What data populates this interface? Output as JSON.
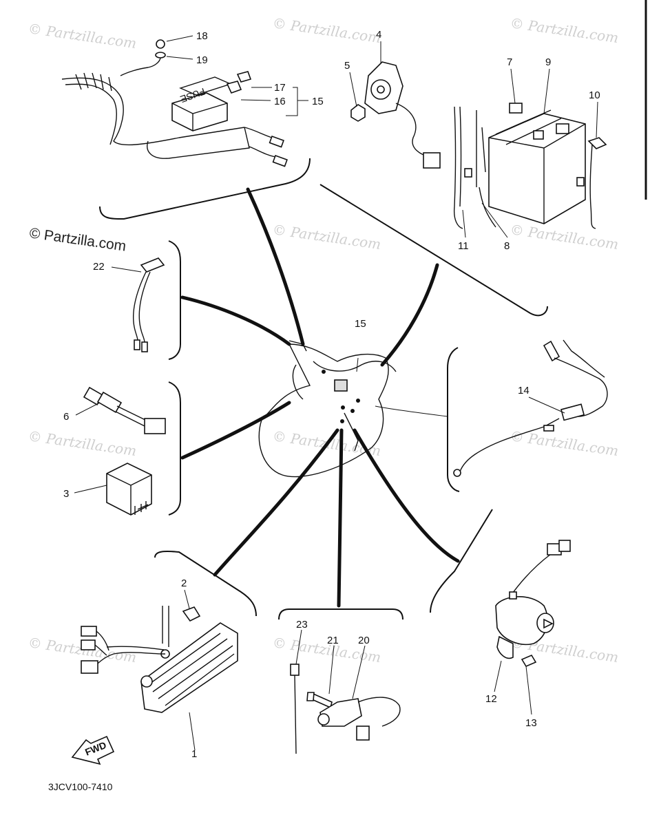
{
  "watermarks": {
    "faint": "© Partzilla.com",
    "strong": "© Partzilla.com"
  },
  "diagram_code": "3JCV100-7410",
  "fwd_label": "FWD",
  "callouts": {
    "c1": "1",
    "c2": "2",
    "c3": "3",
    "c4": "4",
    "c5": "5",
    "c6": "6",
    "c7": "7",
    "c8": "8",
    "c9": "9",
    "c10": "10",
    "c11": "11",
    "c12": "12",
    "c13": "13",
    "c14": "14",
    "c15a": "15",
    "c15b": "15",
    "c16": "16",
    "c17": "17",
    "c18": "18",
    "c19": "19",
    "c20": "20",
    "c21": "21",
    "c22": "22",
    "c23": "23"
  },
  "fuse_text": "FUSE"
}
